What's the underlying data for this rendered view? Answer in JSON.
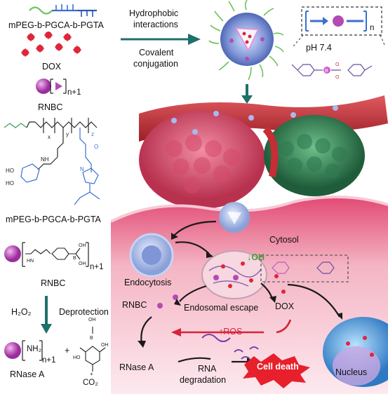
{
  "left": {
    "polymer_title": "mPEG-b-PGCA-b-PGTA",
    "dox": "DOX",
    "rnbc_subscript_top": "n+1",
    "rnbc_top": "RNBC",
    "polymer_title_2": "mPEG-b-PGCA-b-PGTA",
    "rnbc_subscript_mid": "n+1",
    "rnbc_mid": "RNBC",
    "h2o2": "H₂O₂",
    "deprotection": "Deprotection",
    "nh2": "NH₂",
    "rnase_subscript": "n+1",
    "plus": "+",
    "rnase_a": "RNase A",
    "co2": "CO₂",
    "struct_labels": {
      "x": "x",
      "y": "y",
      "z": "z",
      "ho1": "HO",
      "ho2": "HO",
      "n": "N",
      "o": "O",
      "nh": "NH",
      "b": "B",
      "oh1": "OH",
      "oh2": "OH",
      "hn": "HN",
      "oh3": "OH",
      "ho3": "HO",
      "oh4": "OH"
    }
  },
  "top": {
    "hydrophobic": "Hydrophobic",
    "interactions": "interactions",
    "covalent": "Covalent",
    "conjugation": "conjugation",
    "ph": "pH 7.4",
    "n": "n"
  },
  "cell": {
    "cytosol": "Cytosol",
    "endocytosis": "Endocytosis",
    "endosomal_escape": "Endosomal escape",
    "oh_label": "↓OH",
    "rnbc": "RNBC",
    "dox": "DOX",
    "ros": "↑ROS",
    "rnase_a": "RNase A",
    "rna": "RNA",
    "degradation": "degradation",
    "cell_death": "Cell death",
    "nucleus": "Nucleus"
  },
  "colors": {
    "arrow_teal": "#1f6f6a",
    "micelle_blue": "#6f87c9",
    "rnase_purple": "#b44bb5",
    "dox_red": "#e0253a",
    "cell_pink": "#e06a86",
    "tumor_green": "#2f7b52",
    "vessel_red": "#c62d35",
    "chem_blue": "#3b6fd0",
    "burst_red": "#e8202c"
  },
  "icons": [
    "polymer-chain-icon",
    "dox-molecule-icon",
    "rnbc-sphere-icon",
    "micelle-icon",
    "nucleus-icon",
    "cell-death-burst-icon",
    "blood-vessel-icon",
    "tumor-icon"
  ]
}
